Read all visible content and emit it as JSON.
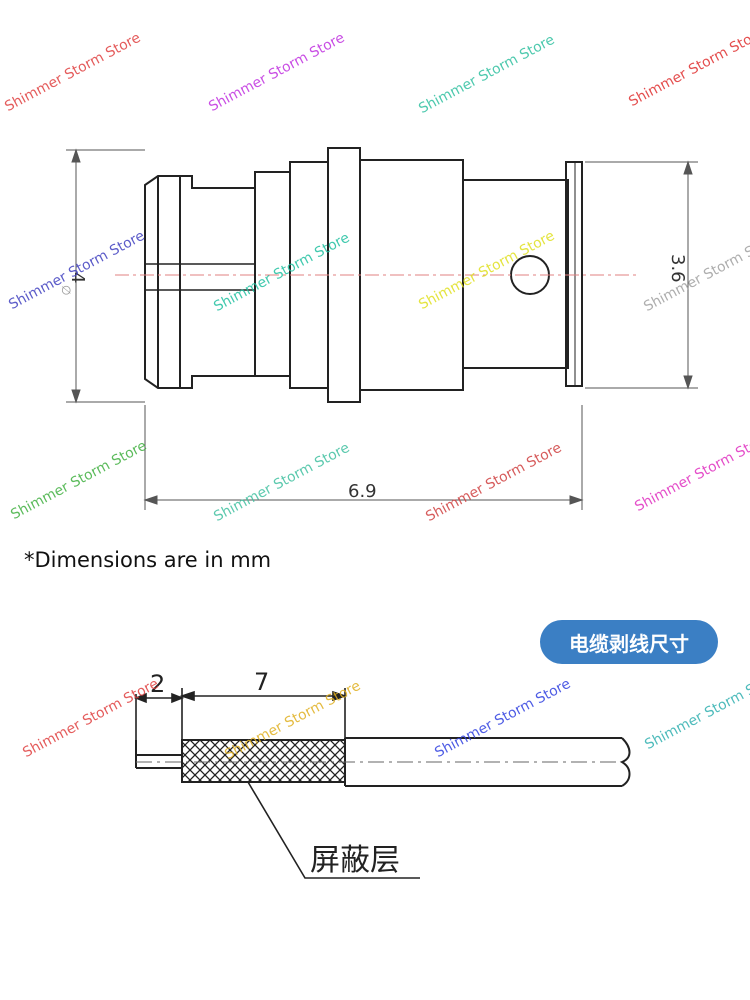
{
  "top_drawing": {
    "dim_diameter_left": "4",
    "dim_diameter_right": "3.6",
    "dim_length": "6.9",
    "diameter_symbol": "∅"
  },
  "note": "*Dimensions are in mm",
  "badge": "电缆剥线尺寸",
  "bottom_drawing": {
    "dim_strip_short": "2",
    "dim_strip_long": "7",
    "shield_label": "屏蔽层"
  },
  "watermark_text": "Shimmer Storm Store",
  "colors": {
    "badge_bg": "#3b7fc4",
    "line": "#222222",
    "dim_line": "#555555",
    "watermarks": [
      "#e04040",
      "#c030e0",
      "#30c0a0",
      "#e03030",
      "#4040c0",
      "#20c0a0",
      "#e0e020",
      "#a0a0a0",
      "#40b040",
      "#40c0a0",
      "#d04040",
      "#e030c0",
      "#e04040",
      "#e0b020",
      "#3040e0",
      "#30b0b0"
    ]
  }
}
